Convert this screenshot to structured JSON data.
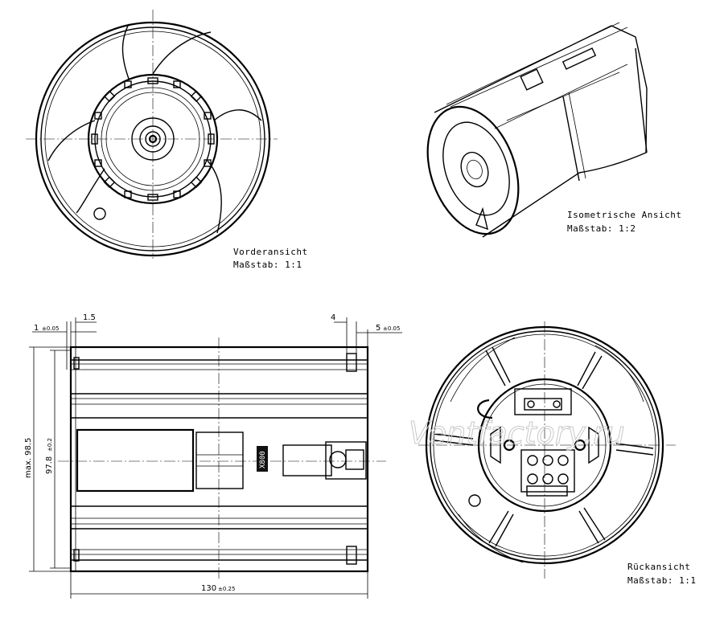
{
  "views": {
    "front": {
      "title": "Vorderansicht",
      "scale": "Maßstab:  1:1"
    },
    "iso": {
      "title": "Isometrische Ansicht",
      "scale": "Maßstab:  1:2"
    },
    "rear": {
      "title": "Rückansicht",
      "scale": "Maßstab:  1:1"
    }
  },
  "dimensions": {
    "d1": "1",
    "d1_tol": "±0.05",
    "d15": "1.5",
    "d4": "4",
    "d5": "5",
    "d5_tol": "±0.05",
    "height_max": "max. 98.5",
    "height": "97.8",
    "height_tol": "±0.2",
    "length": "130",
    "length_tol": "±0.25"
  },
  "marking": "X800",
  "watermark": "Ventfactory.ru"
}
